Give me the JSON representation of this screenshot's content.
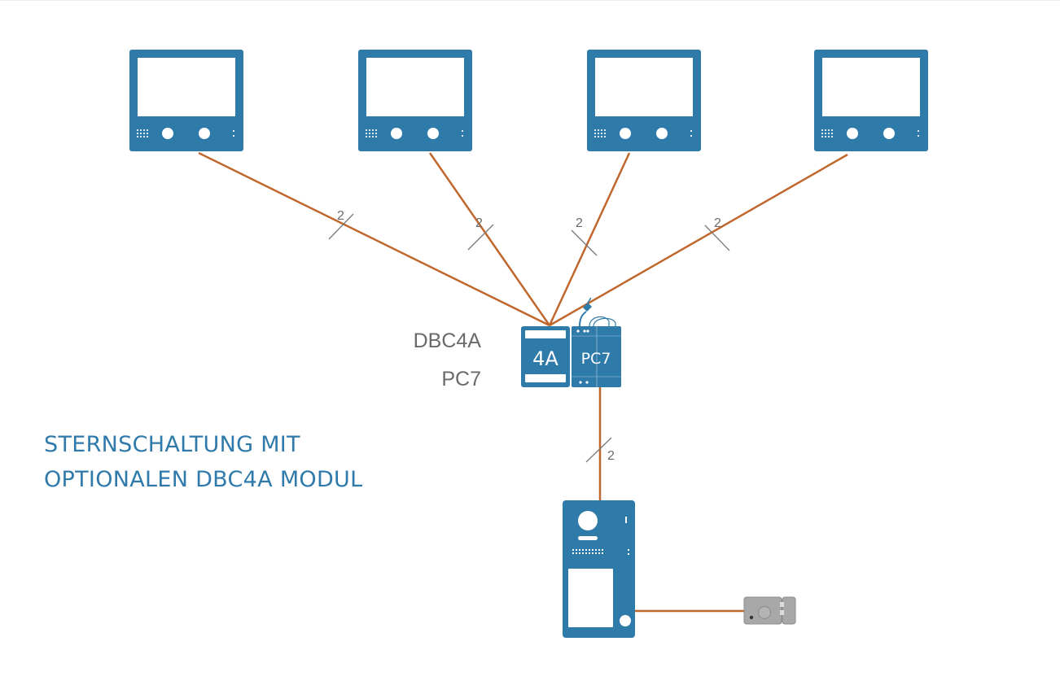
{
  "diagram": {
    "title_lines": [
      "STERNSCHALTUNG MIT",
      "OPTIONALEN DBC4A MODUL"
    ],
    "labels": {
      "module_1": "DBC4A",
      "module_2": "PC7"
    },
    "module_face_labels": {
      "dbc4a": "4A",
      "pc7": "PC7"
    },
    "monitors": [
      {
        "id": "monitor-1",
        "wire_count": "2"
      },
      {
        "id": "monitor-2",
        "wire_count": "2"
      },
      {
        "id": "monitor-3",
        "wire_count": "2"
      },
      {
        "id": "monitor-4",
        "wire_count": "2"
      }
    ],
    "door_station": {
      "id": "door-station",
      "wire_count": "2"
    },
    "lock": {
      "id": "door-lock"
    },
    "colors": {
      "device_blue": "#2e7aa9",
      "wire_orange": "#c0672d",
      "label_gray": "#6a6a6a",
      "title_blue": "#2f7aab",
      "lock_gray": "#a8a8a8"
    }
  }
}
